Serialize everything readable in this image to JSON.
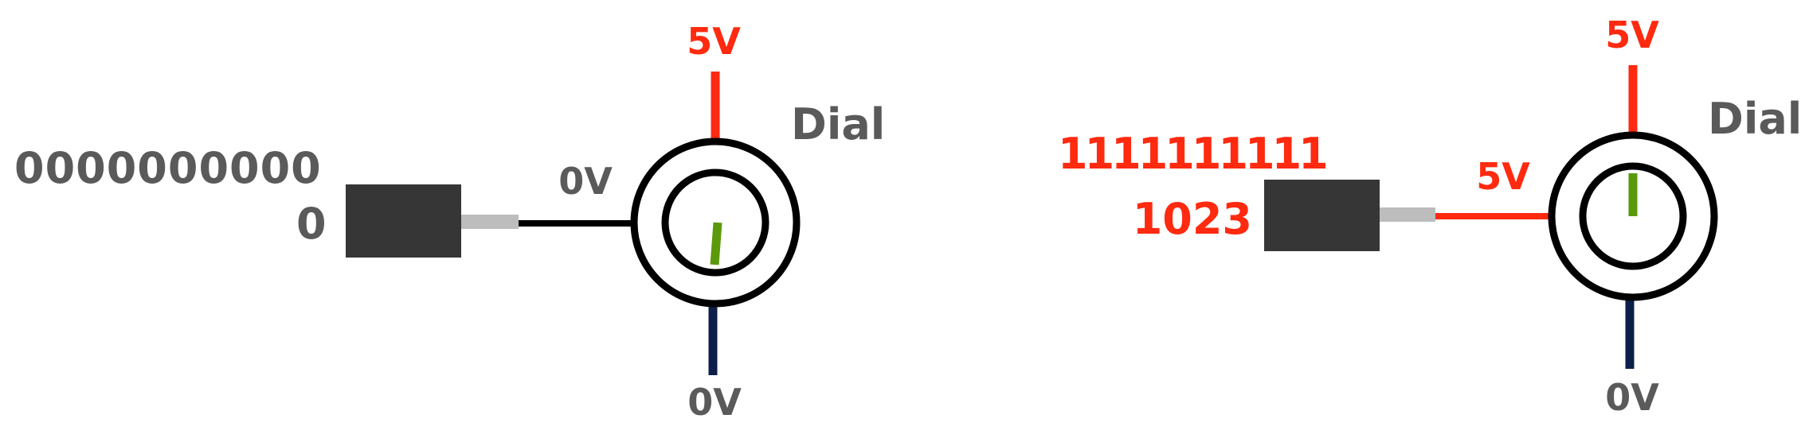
{
  "colors": {
    "background": "#ffffff",
    "gray_text": "#5a5a5a",
    "red": "#ff2a0f",
    "navy": "#0d1e4a",
    "black": "#000000",
    "green": "#5a9a0a",
    "block": "#363636",
    "stub": "#bdbdbd"
  },
  "left": {
    "binary": "0000000000",
    "decimal": "0",
    "top_voltage": "5V",
    "bottom_voltage": "0V",
    "wire_voltage": "0V",
    "dial_label": "Dial",
    "level_fraction": 0
  },
  "right": {
    "binary": "1111111111",
    "decimal": "1023",
    "top_voltage": "5V",
    "bottom_voltage": "0V",
    "wire_voltage": "5V",
    "dial_label": "Dial",
    "level_fraction": 1
  }
}
